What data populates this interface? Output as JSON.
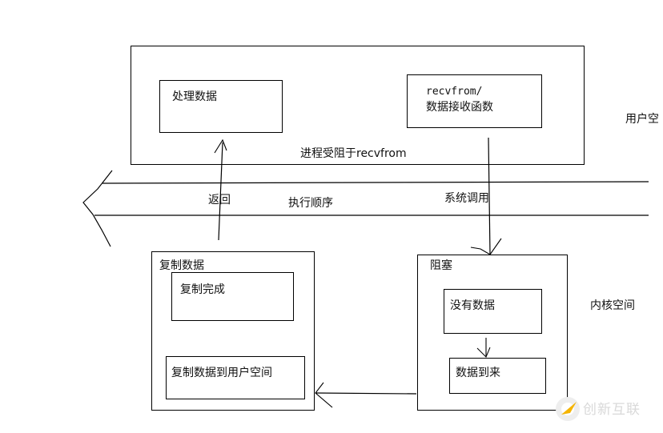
{
  "user_space": {
    "label": "用户空",
    "process_box": {
      "blocked_label": "进程受阻于recvfrom"
    },
    "process_data_box": {
      "label": "处理数据"
    },
    "recv_box": {
      "line1": "recvfrom/",
      "line2": "数据接收函数"
    }
  },
  "execution_band": {
    "label": "执行顺序",
    "return_label": "返回",
    "syscall_label": "系统调用"
  },
  "kernel_space": {
    "label": "内核空间",
    "copy_box": {
      "title": "复制数据",
      "copy_done": "复制完成",
      "copy_to_user": "复制数据到用户空间"
    },
    "block_box": {
      "title": "阻塞",
      "no_data": "没有数据",
      "data_arrived": "数据到来"
    }
  },
  "watermark": {
    "text": "创新互联",
    "accent": "#f5b400"
  }
}
